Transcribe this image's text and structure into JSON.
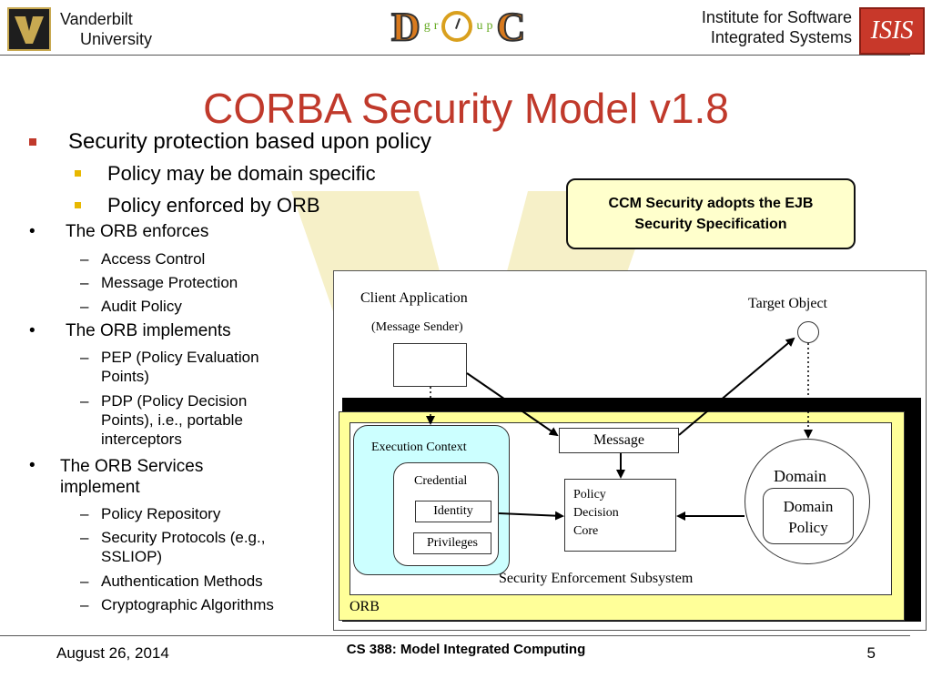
{
  "header": {
    "vu_line1": "Vanderbilt",
    "vu_line2": "University",
    "doc_letters": [
      "D",
      "g",
      "r",
      "u",
      "p",
      "C"
    ],
    "doc_o_icon": "clock-icon",
    "isis_line1": "Institute for Software",
    "isis_line2": "Integrated Systems",
    "isis_logo": "ISIS",
    "vu_logo": "vanderbilt-shield-logo"
  },
  "title": "CORBA Security Model v1.8",
  "bullets": {
    "l1": "Security protection based upon policy",
    "l2a": "Policy may be domain specific",
    "l2b": "Policy enforced by ORB",
    "s1": {
      "label": "The ORB enforces",
      "items": [
        "Access Control",
        "Message Protection",
        "Audit Policy"
      ]
    },
    "s2": {
      "label": "The ORB implements",
      "items": [
        "PEP (Policy Evaluation Points)",
        "PDP (Policy Decision Points), i.e., portable interceptors"
      ]
    },
    "s3": {
      "label": "The ORB Services implement",
      "items": [
        "Policy Repository",
        "Security Protocols (e.g., SSLIOP)",
        "Authentication Methods",
        "Cryptographic Algorithms"
      ]
    },
    "bullet_mark": "•",
    "dash_mark": "–"
  },
  "callout": {
    "line1": "CCM Security adopts the EJB",
    "line2": "Security Specification"
  },
  "diagram": {
    "client_app": "Client Application",
    "message_sender": "(Message Sender)",
    "target_object": "Target Object",
    "execution_context": "Execution Context",
    "credential": "Credential",
    "identity": "Identity",
    "privileges": "Privileges",
    "message": "Message",
    "policy_decision_core": [
      "Policy",
      "Decision",
      "Core"
    ],
    "domain": "Domain",
    "domain_policy": [
      "Domain",
      "Policy"
    ],
    "ses": "Security Enforcement Subsystem",
    "orb": "ORB"
  },
  "colors": {
    "title": "#c0392b",
    "callout_bg": "#ffffcc",
    "orb_bg": "#ffff99",
    "exec_bg": "#ccffff",
    "watermark": "#f6f0c8"
  },
  "footer": {
    "date": "August 26, 2014",
    "course": "CS 388: Model Integrated Computing",
    "page": "5"
  }
}
